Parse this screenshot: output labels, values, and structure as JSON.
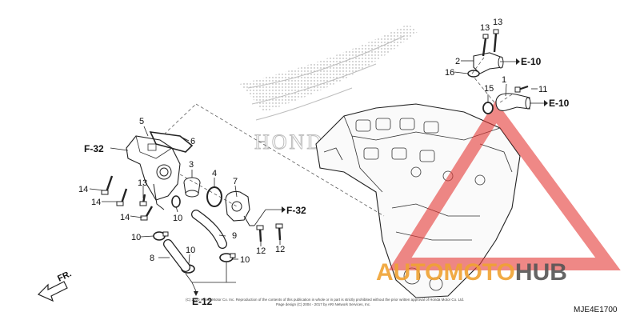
{
  "diagram_code": "MJE4E1700",
  "copyright_line1": "(C) 2020 Honda Motor Co. Inc. Reproduction of the contents of this publication in whole or in part is strictly prohibited without the prior written approval of Honda Motor Co. Ltd.",
  "copyright_line2": "Page design (C) 2004 - 2017 by ARI Network Services, Inc.",
  "direction_label": "FR.",
  "watermark": {
    "part1": "AUTO",
    "part2": "MOTO",
    "part3": "HUB",
    "color_orange": "#f0a232",
    "color_dark": "#555555",
    "color_red": "#e53935"
  },
  "callouts": {
    "c1": "1",
    "c2": "2",
    "c3": "3",
    "c4": "4",
    "c5": "5",
    "c6": "6",
    "c7": "7",
    "c8": "8",
    "c9": "9",
    "c10a": "10",
    "c10b": "10",
    "c10c": "10",
    "c10d": "10",
    "c11": "11",
    "c12a": "12",
    "c12b": "12",
    "c13a": "13",
    "c13b": "13",
    "c13c": "13",
    "c14a": "14",
    "c14b": "14",
    "c14c": "14",
    "c15": "15",
    "c16": "16"
  },
  "references": {
    "e10a": "E-10",
    "e10b": "E-10",
    "e12": "E-12",
    "f32a": "F-32",
    "f32b": "F-32"
  }
}
